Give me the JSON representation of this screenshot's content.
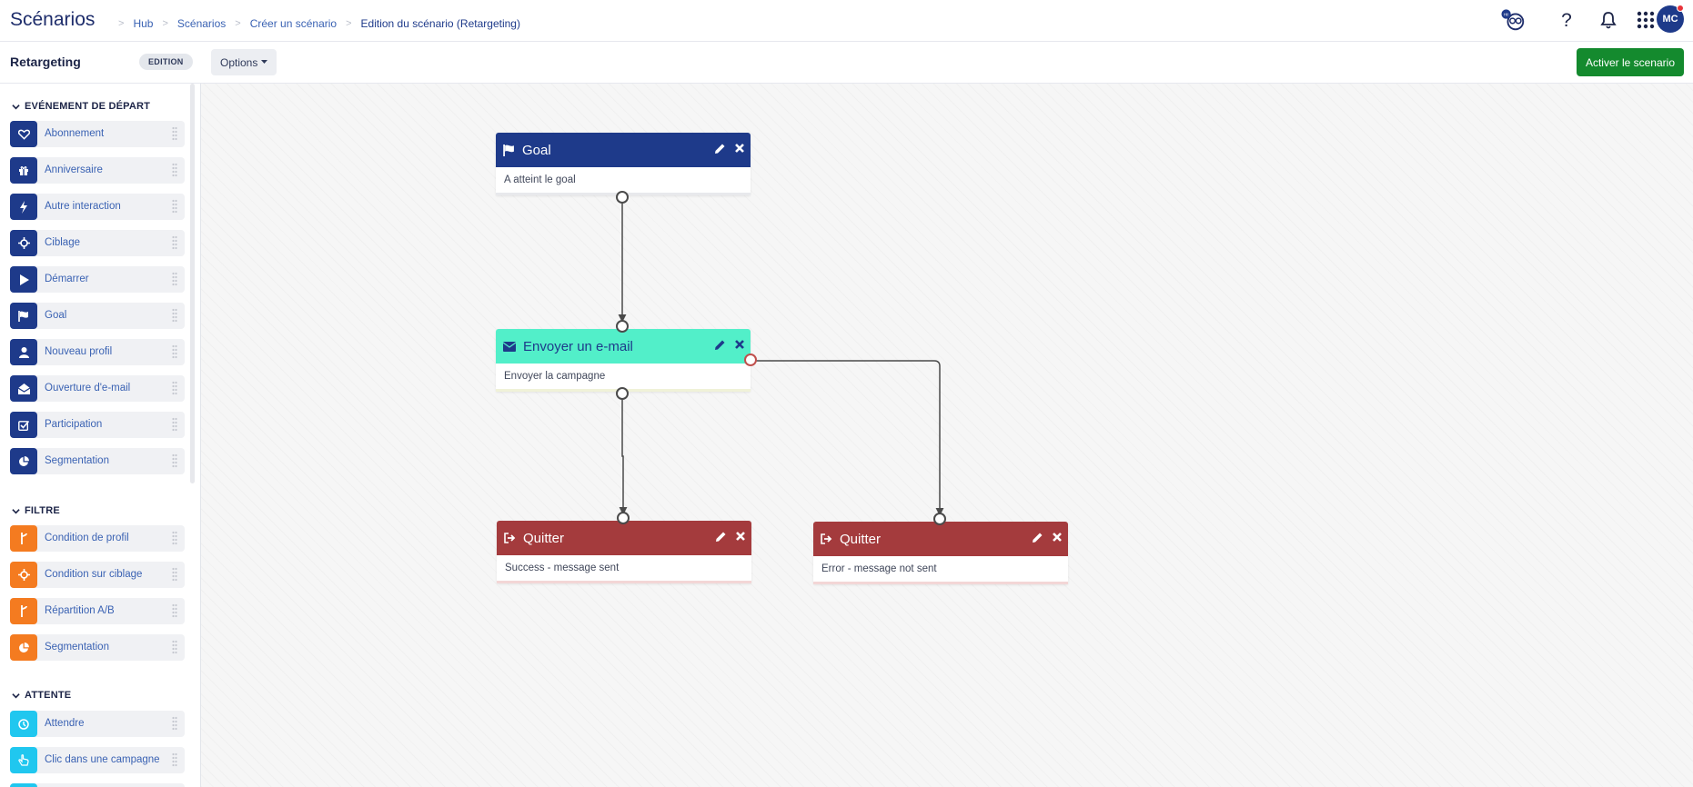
{
  "header": {
    "app_title": "Scénarios",
    "breadcrumb": [
      "Hub",
      "Scénarios",
      "Créer un scénario",
      "Edition du scénario (Retargeting)"
    ],
    "avatar_initials": "MC",
    "icons": [
      "hi-owl-icon",
      "help-icon",
      "bell-icon",
      "apps-grid-icon"
    ]
  },
  "subheader": {
    "scenario_name": "Retargeting",
    "badge": "EDITION",
    "options_label": "Options",
    "activate_label": "Activer le scenario"
  },
  "sidebar": {
    "sections": [
      {
        "title": "EVÉNEMENT DE DÉPART",
        "color": "#1e3a8a",
        "items": [
          {
            "label": "Abonnement",
            "icon": "heart-icon"
          },
          {
            "label": "Anniversaire",
            "icon": "gift-icon"
          },
          {
            "label": "Autre interaction",
            "icon": "bolt-icon"
          },
          {
            "label": "Ciblage",
            "icon": "crosshair-icon"
          },
          {
            "label": "Démarrer",
            "icon": "play-icon"
          },
          {
            "label": "Goal",
            "icon": "flag-icon"
          },
          {
            "label": "Nouveau profil",
            "icon": "user-icon"
          },
          {
            "label": "Ouverture d'e-mail",
            "icon": "envelope-open-icon"
          },
          {
            "label": "Participation",
            "icon": "checkbox-icon"
          },
          {
            "label": "Segmentation",
            "icon": "pie-chart-icon"
          }
        ]
      },
      {
        "title": "FILTRE",
        "color": "#f47b20",
        "items": [
          {
            "label": "Condition de profil",
            "icon": "branch-icon"
          },
          {
            "label": "Condition sur ciblage",
            "icon": "crosshair-icon"
          },
          {
            "label": "Répartition A/B",
            "icon": "branch-icon"
          },
          {
            "label": "Segmentation",
            "icon": "pie-chart-icon"
          }
        ]
      },
      {
        "title": "ATTENTE",
        "color": "#20c7ef",
        "items": [
          {
            "label": "Attendre",
            "icon": "clock-icon"
          },
          {
            "label": "Clic dans une campagne",
            "icon": "pointer-icon"
          }
        ]
      }
    ]
  },
  "canvas": {
    "nodes": [
      {
        "id": "goal",
        "type": "goal",
        "title": "Goal",
        "body": "A atteint le goal",
        "icon": "flag-icon",
        "color": "#1e3a8a"
      },
      {
        "id": "mail",
        "type": "mail",
        "title": "Envoyer un e-mail",
        "body": "Envoyer la campagne",
        "icon": "envelope-icon",
        "color": "#52efc9"
      },
      {
        "id": "quit1",
        "type": "quit",
        "title": "Quitter",
        "body": "Success - message sent",
        "icon": "sign-out-icon",
        "color": "#a43b3d"
      },
      {
        "id": "quit2",
        "type": "quit",
        "title": "Quitter",
        "body": "Error - message not sent",
        "icon": "sign-out-icon",
        "color": "#a43b3d"
      }
    ]
  }
}
